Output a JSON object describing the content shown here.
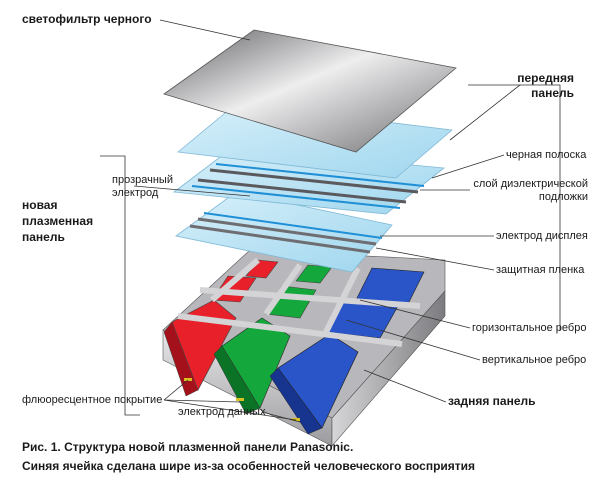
{
  "labels": {
    "black_filter": "светофильтр черного",
    "front_panel_1": "передняя",
    "front_panel_2": "панель",
    "transparent_electrode_1": "прозрачный",
    "transparent_electrode_2": "электрод",
    "new_panel_1": "новая",
    "new_panel_2": "плазменная",
    "new_panel_3": "панель",
    "black_stripe": "черная полоска",
    "dielectric_1": "слой диэлектрической",
    "dielectric_2": "подложки",
    "display_electrode": "электрод дисплея",
    "protective_film": "защитная пленка",
    "horizontal_rib": "горизонтальное ребро",
    "vertical_rib": "вертикальное ребро",
    "phosphor": "флюоресцентное покрытие",
    "data_electrode": "электрод данных",
    "back_panel": "задняя панель"
  },
  "caption": {
    "line1": "Рис. 1. Структура новой плазменной панели   Panasonic.",
    "line2": "Синяя  ячейка сделана шире из-за особенностей человеческого восприятия"
  },
  "colors": {
    "red": "#e8202a",
    "green": "#14a83c",
    "blue": "#2a55c8",
    "glass": "#bfe4f4",
    "rib": "#c9c9cc",
    "stripe": "#1f8fd6"
  }
}
